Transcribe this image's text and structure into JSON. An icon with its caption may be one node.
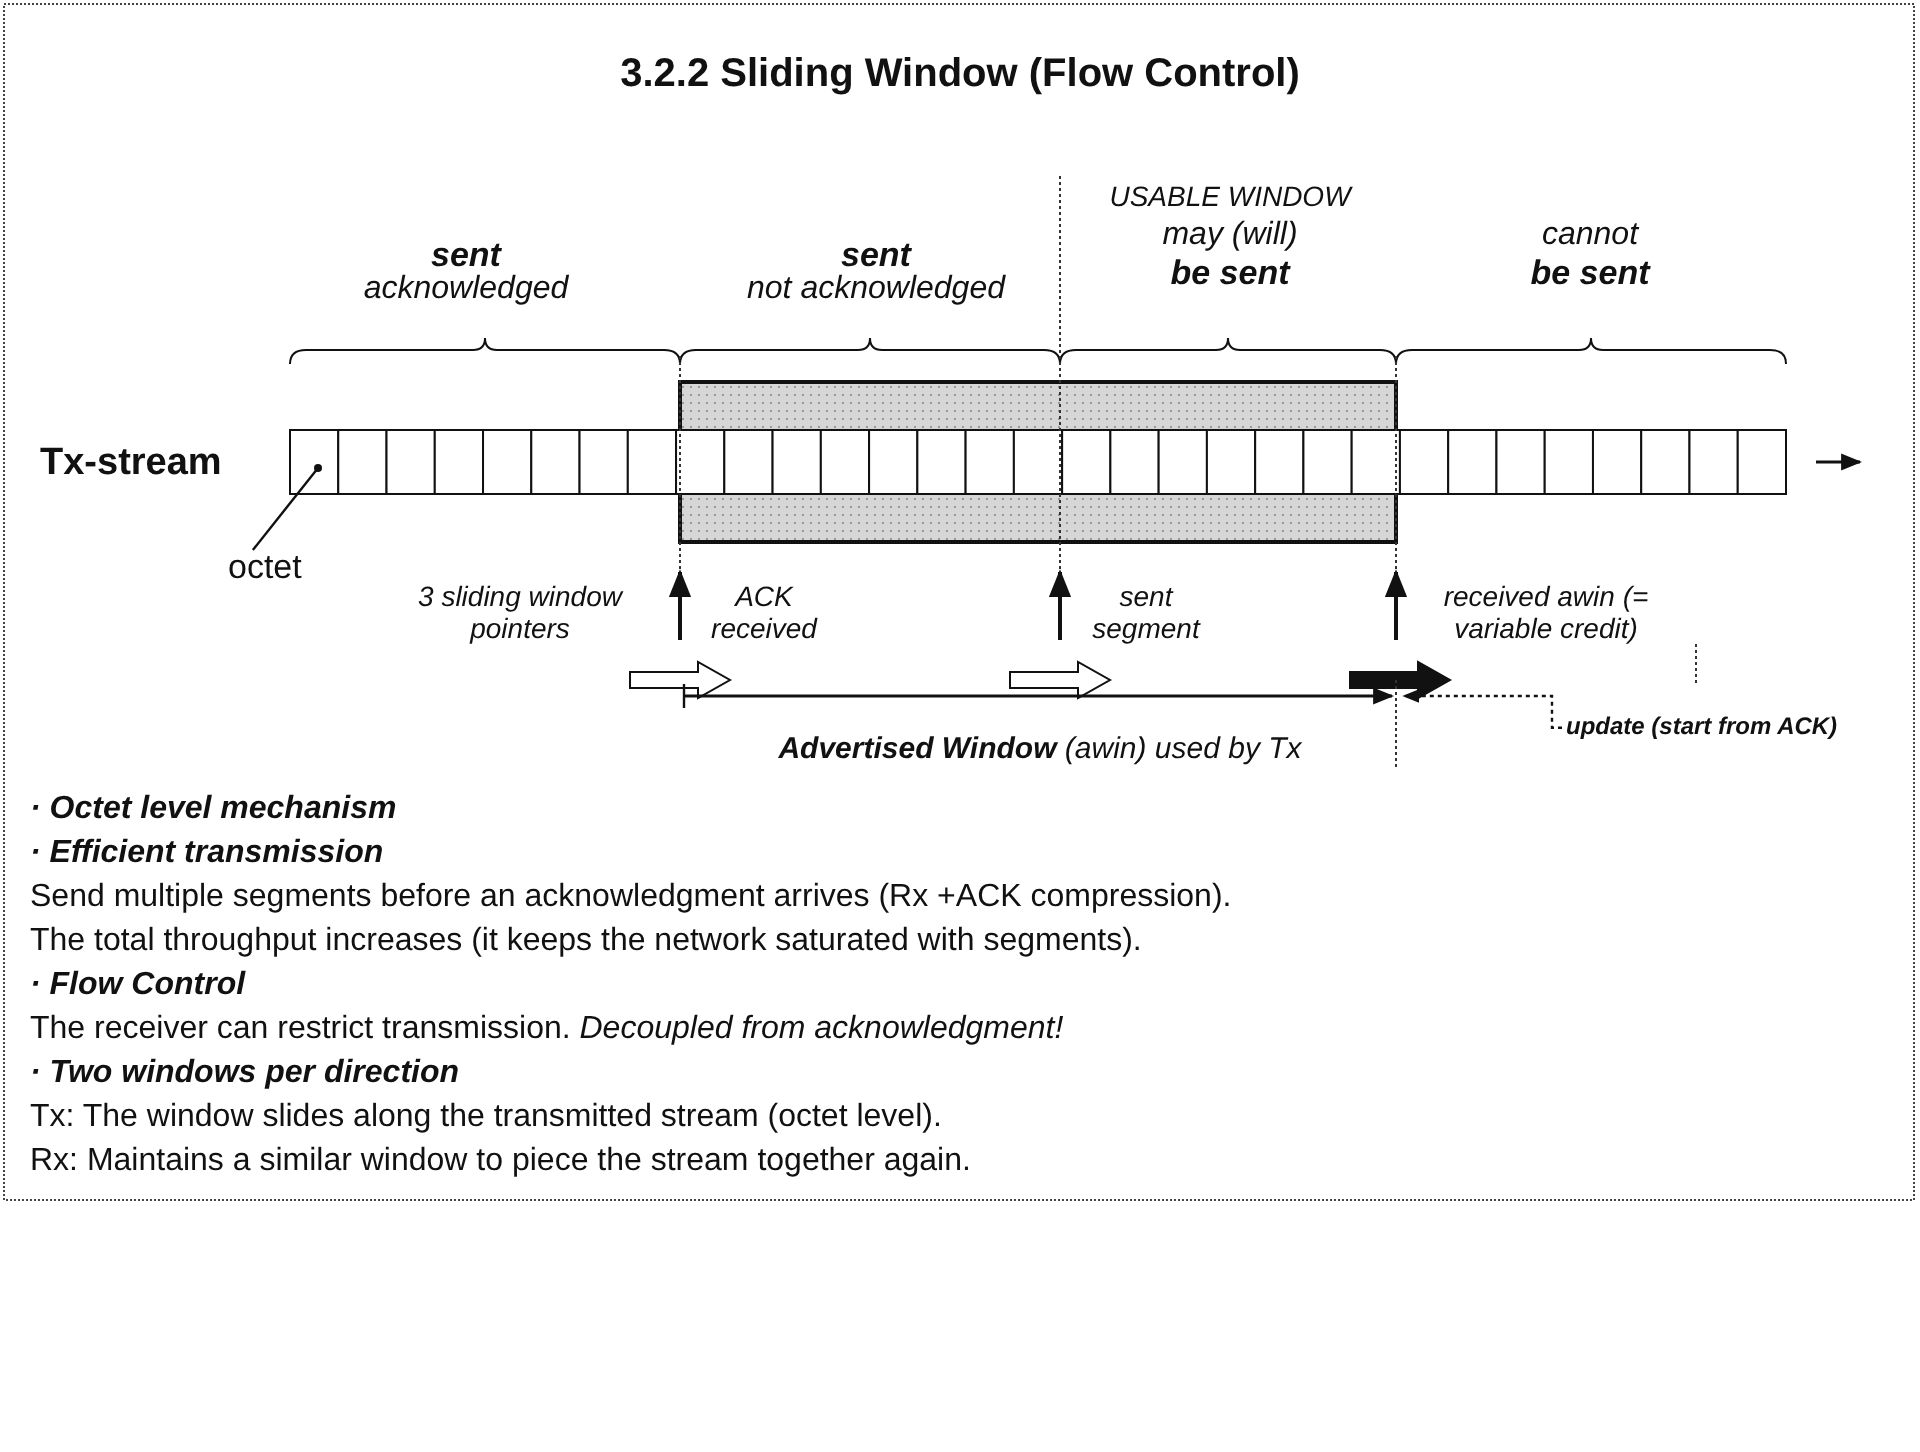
{
  "diagram": {
    "title": "3.2.2 Sliding Window (Flow Control)",
    "nodes": [
      {
        "text": [
          "octet"
        ]
      },
      {
        "text": [
          "update (start from ACK)"
        ]
      }
    ],
    "edges": [
      {
        "from": 0,
        "to": null,
        "arrow": "other"
      },
      {
        "from": 1,
        "to": null,
        "arrow": "to",
        "style": "dashed"
      }
    ],
    "labels": [
      "sent",
      "acknowledged",
      "sent",
      "not acknowledged",
      "USABLE WINDOW",
      "may (will)",
      "be sent",
      "cannot",
      "be sent",
      "Tx-stream",
      "3 sliding window pointers",
      "ACK received",
      "sent segment",
      "received awin (= variable credit)",
      "**Advertised Window** (awin) used by Tx",
      "· Octet level mechanism",
      "· Efficient transmission",
      "Send multiple segments before an acknowledgment arrives (Rx +ACK compression).",
      "The total throughput increases (it keeps the network saturated with segments).",
      "· Flow Control",
      "The receiver can restrict transmission. *Decoupled from acknowledgment!*",
      "· Two windows per direction",
      "Tx: The window slides along the transmitted stream (octet level).",
      "Rx: Maintains a similar window to piece the stream together again."
    ]
  }
}
